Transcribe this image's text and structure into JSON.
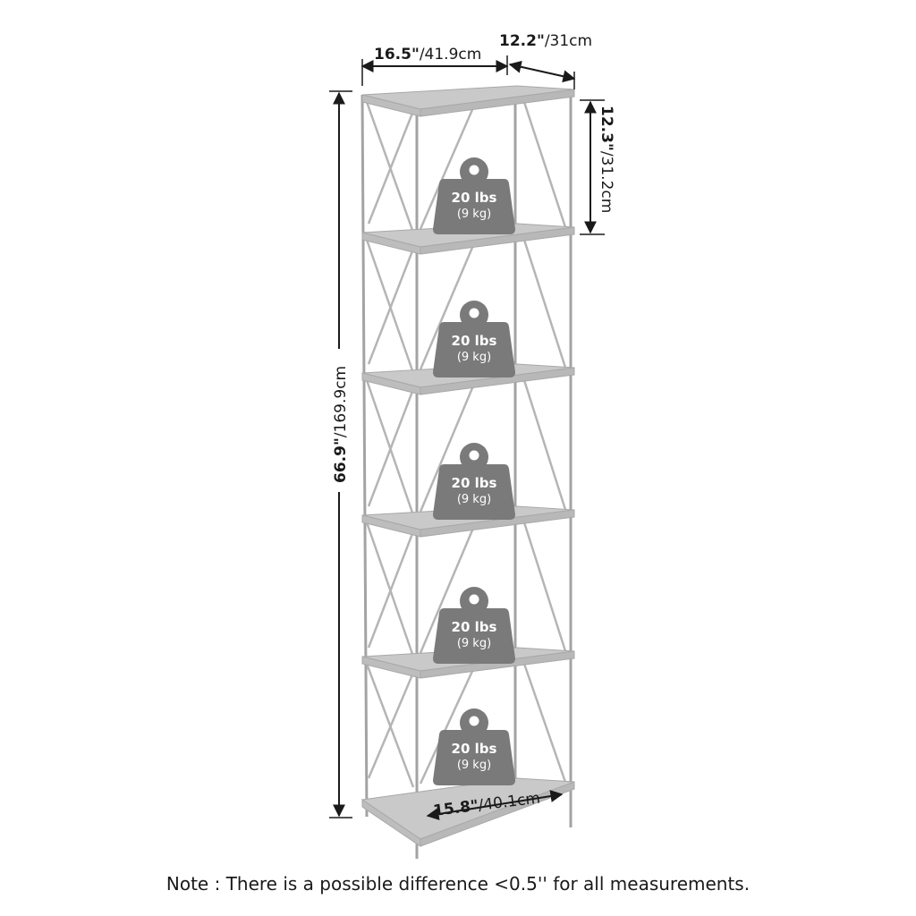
{
  "dimensions": {
    "width": {
      "inch": "16.5\"",
      "cm": "/41.9cm"
    },
    "depth": {
      "inch": "12.2\"",
      "cm": "/31cm"
    },
    "shelf_spacing": {
      "inch": "12.3\"",
      "cm": "/31.2cm"
    },
    "height": {
      "inch": "66.9\"",
      "cm": "/169.9cm"
    },
    "shelf_width": {
      "inch": "15.8\"",
      "cm": "/40.1cm"
    }
  },
  "shelf_capacity": [
    {
      "lbs": "20 lbs",
      "kg": "(9 kg)"
    },
    {
      "lbs": "20 lbs",
      "kg": "(9 kg)"
    },
    {
      "lbs": "20 lbs",
      "kg": "(9 kg)"
    },
    {
      "lbs": "20 lbs",
      "kg": "(9 kg)"
    },
    {
      "lbs": "20 lbs",
      "kg": "(9 kg)"
    }
  ],
  "note": "Note : There is a possible difference <0.5'' for all measurements.",
  "colors": {
    "shelf_fill": "#c9c9c9",
    "shelf_edge": "#a8a8a8",
    "frame": "#a3a3a3",
    "weight_fill": "#7a7a7a",
    "dimension_line": "#1a1a1a"
  }
}
